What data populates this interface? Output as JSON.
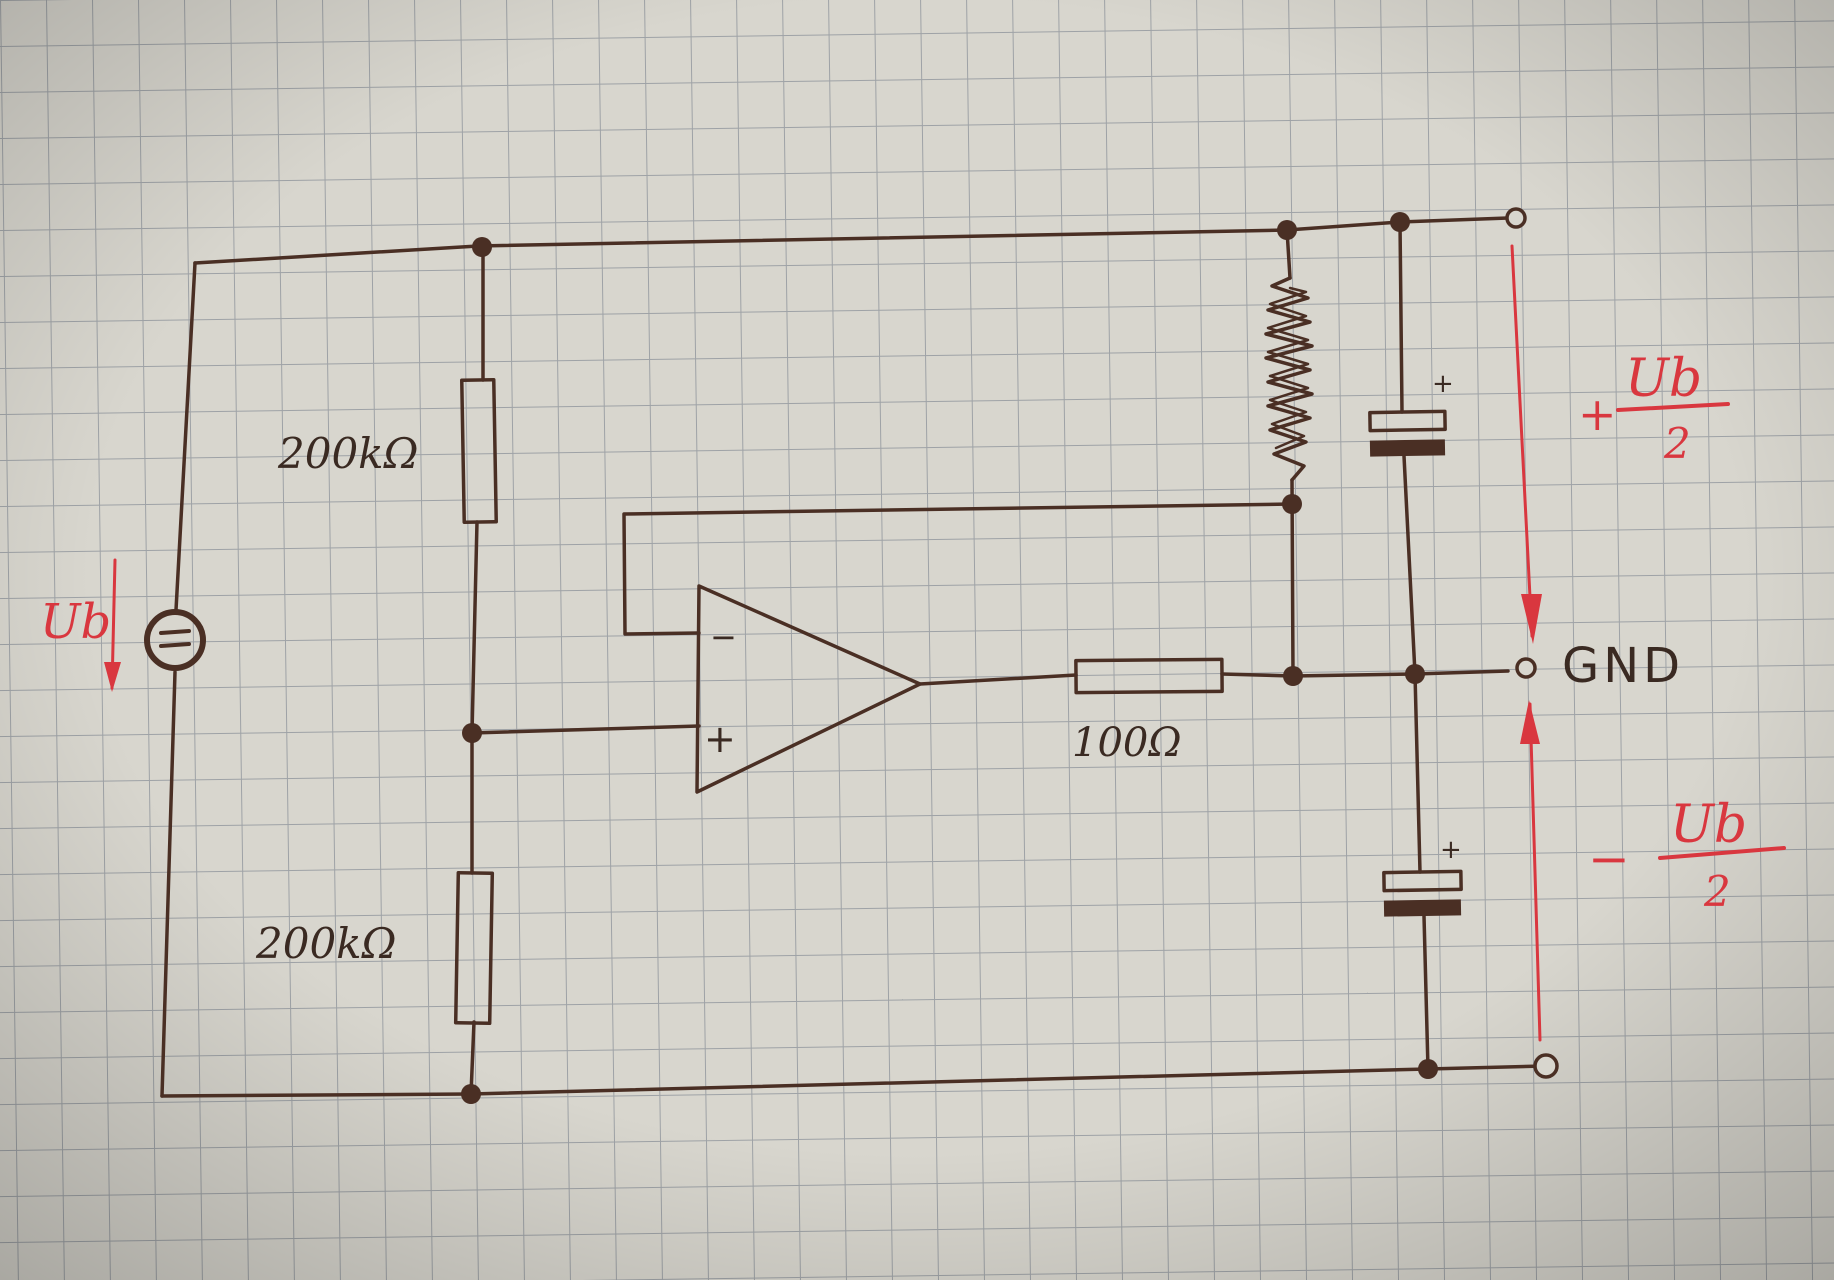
{
  "labels": {
    "r_top": "200kΩ",
    "r_bottom": "200kΩ",
    "r_output": "100Ω",
    "supply_voltage": "Ub",
    "gnd": "GND",
    "opamp_minus": "−",
    "opamp_plus": "+",
    "cap_top_plus": "+",
    "cap_bottom_plus": "+",
    "pos_sign": "+",
    "pos_num": "Ub",
    "pos_den": "2",
    "neg_sign": "−",
    "neg_num": "Ub",
    "neg_den": "2"
  },
  "colors": {
    "paper": "#d6d4cc",
    "grid": "#9ea2a6",
    "ink": "#4a2f24",
    "annotation": "#d9373f"
  }
}
